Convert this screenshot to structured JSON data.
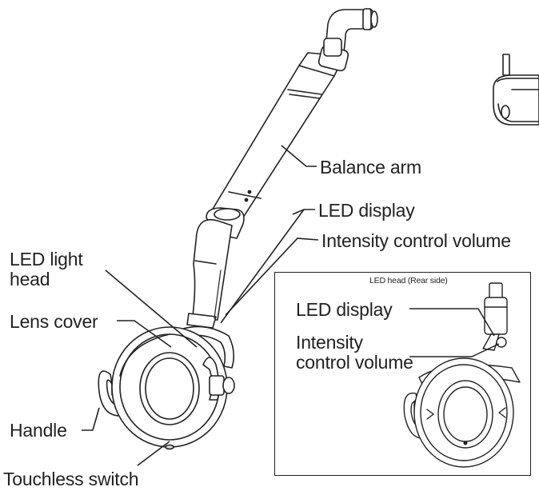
{
  "labels": {
    "balance_arm": "Balance arm",
    "led_display": "LED display",
    "intensity_control_volume": "Intensity control volume",
    "led_light_head_line1": "LED light",
    "led_light_head_line2": "head",
    "lens_cover": "Lens cover",
    "handle": "Handle",
    "touchless_switch": "Touchless switch"
  },
  "inset": {
    "title": "LED head (Rear side)",
    "led_display": "LED display",
    "intensity_line1": "Intensity",
    "intensity_line2": "control volume"
  },
  "colors": {
    "stroke": "#222222",
    "fill": "#ffffff",
    "shade": "#dcdcdc"
  }
}
